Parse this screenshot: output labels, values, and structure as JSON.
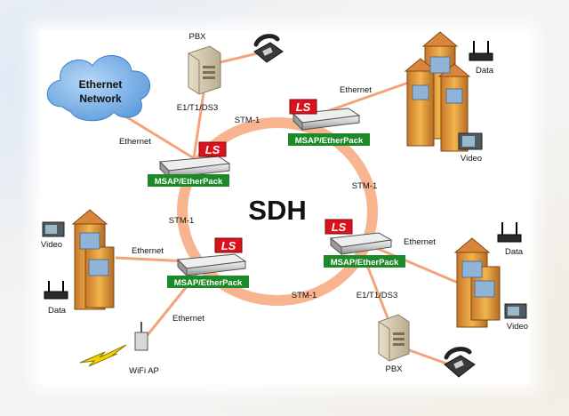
{
  "center_label": "SDH",
  "cloud_label_line1": "Ethernet",
  "cloud_label_line2": "Network",
  "ls_label": "LS",
  "msap_label": "MSAP/EtherPack",
  "links": {
    "ethernet": "Ethernet",
    "stm1": "STM-1",
    "e1t1ds3": "E1/T1/DS3"
  },
  "devices": {
    "pbx": "PBX",
    "data": "Data",
    "video": "Video",
    "wifi_ap": "WiFi AP"
  },
  "colors": {
    "ring": "#f7b48e",
    "link": "#f3a47a",
    "msap_badge": "#1d8a2a",
    "ls_badge": "#d9121c",
    "cloud": "#6ba6e2"
  }
}
